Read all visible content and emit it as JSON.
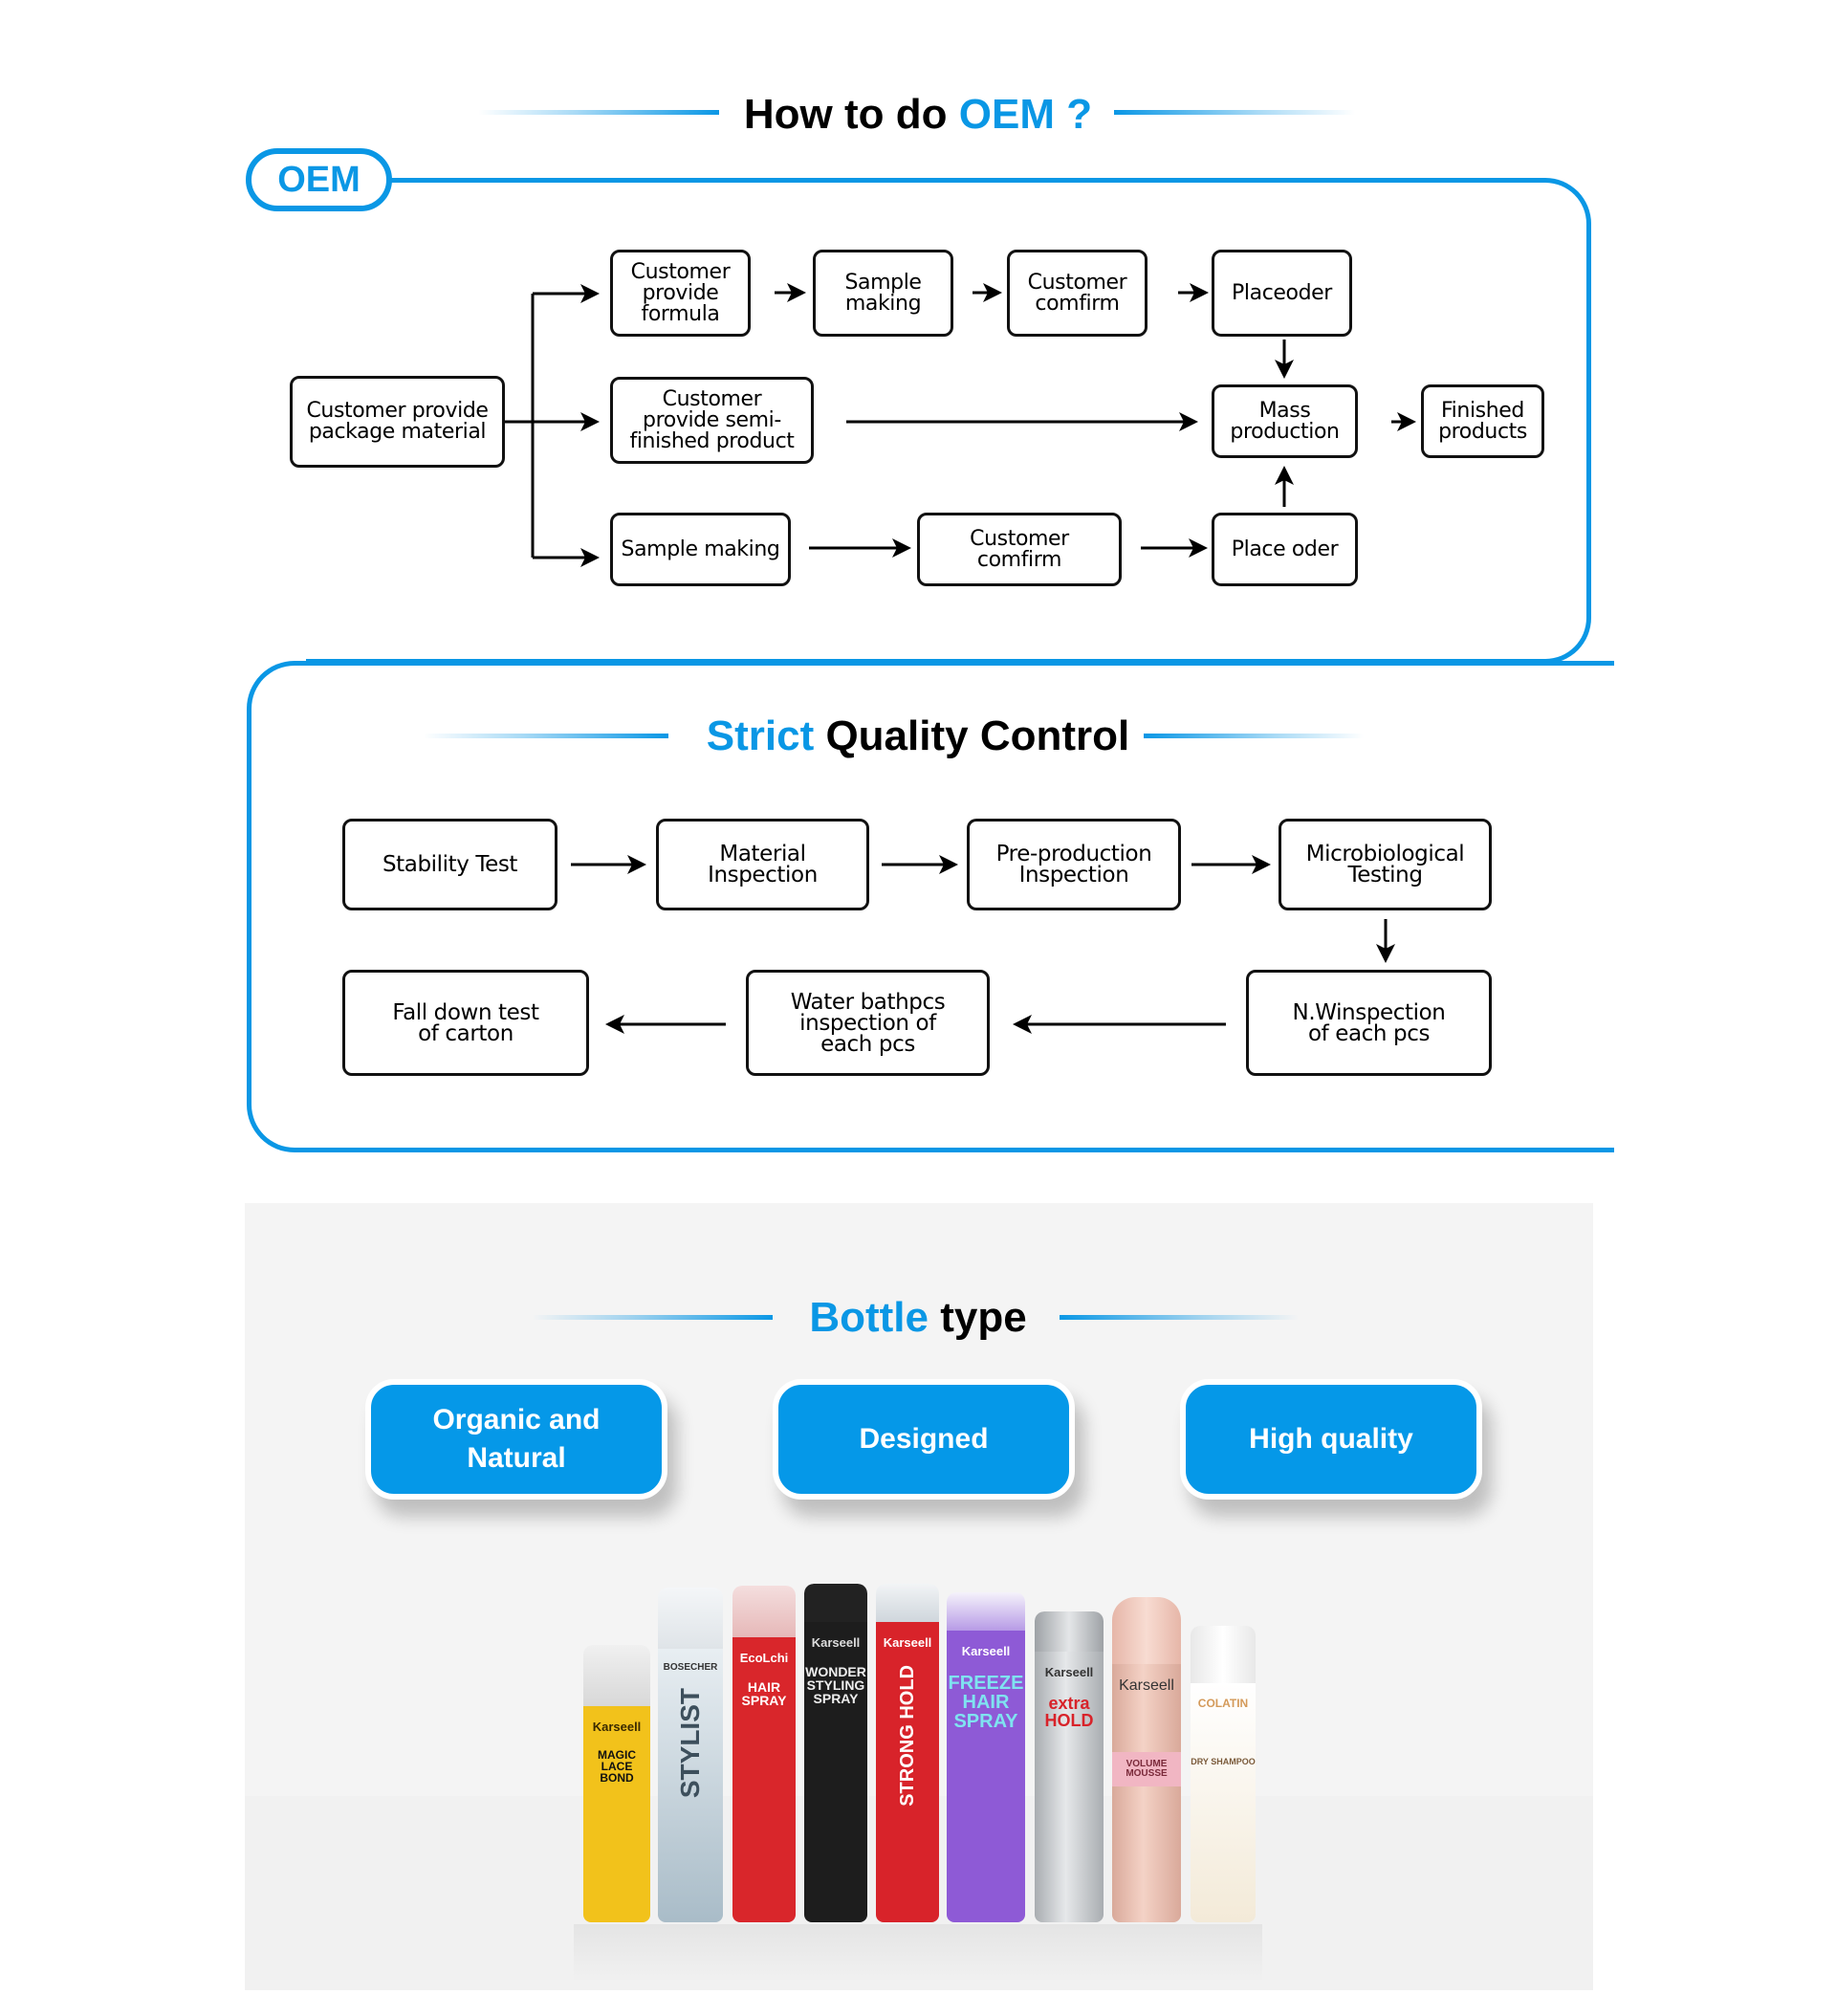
{
  "oem_section": {
    "title_part1": "How to do ",
    "title_accent": "OEM ?",
    "badge": "OEM",
    "nodes": {
      "package": "Customer provide package material",
      "formula": "Customer provide formula",
      "sample_top": "Sample making",
      "confirm_top": "Customer comfirm",
      "placeoder": "Placeoder",
      "semi": "Customer provide semi-finished product",
      "mass": "Mass production",
      "finished": "Finished products",
      "sample_bottom": "Sample making",
      "confirm_bottom": "Customer comfirm",
      "place_oder": "Place oder"
    }
  },
  "qc_section": {
    "title_accent": "Strict",
    "title_part2": " Quality Control",
    "steps": [
      "Stability Test",
      "Material Inspection",
      "Pre-production Inspection",
      "Microbiological Testing",
      "N.Winspection of each pcs",
      "Water bathpcs inspection of each pcs",
      "Fall down test of carton"
    ]
  },
  "bottle_section": {
    "title_accent": "Bottle",
    "title_part2": " type",
    "features": [
      "Organic and Natural",
      "Designed",
      "High quality"
    ],
    "bottles": [
      {
        "brand": "Karseell",
        "label": "MAGIC LACE BOND",
        "color": "#f2c21b"
      },
      {
        "brand": "BOSECHER",
        "label": "STYLIST",
        "color": "#c9d6df"
      },
      {
        "brand": "EcoLchi",
        "label": "HAIR SPRAY",
        "color": "#d9262b"
      },
      {
        "brand": "Karseell",
        "label": "WONDER STYLING SPRAY",
        "color": "#1d1d1d"
      },
      {
        "brand": "Karseell",
        "label": "STRONG HOLD",
        "color": "#d8232a"
      },
      {
        "brand": "Karseell",
        "label": "FREEZE HAIR SPRAY",
        "color": "#8e5ad6"
      },
      {
        "brand": "Karseell",
        "label": "extra HOLD",
        "color": "#c4c6c8"
      },
      {
        "brand": "Karseell",
        "label": "VOLUME MOUSSE",
        "color": "#e8bdb1"
      },
      {
        "brand": "COLATIN",
        "label": "DRY SHAMPOO",
        "color": "#f3ead8"
      }
    ]
  },
  "colors": {
    "accent": "#0a97e5",
    "button": "#0598e8",
    "panel": "#f4f4f4"
  }
}
